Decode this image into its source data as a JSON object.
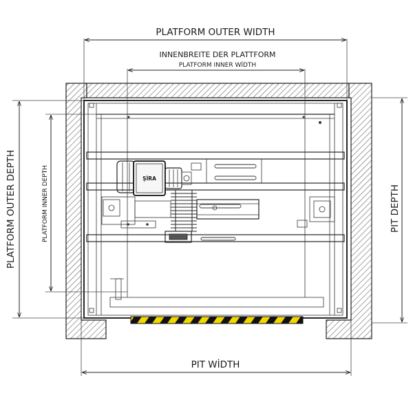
{
  "labels": {
    "platform_outer_width": "PLATFORM OUTER WIDTH",
    "inner_width_de": "INNENBREITE DER PLATTFORM",
    "platform_inner_width": "PLATFORM INNER WİDTH",
    "platform_outer_depth": "PLATFORM OUTER DEPTH",
    "platform_inner_depth": "PLATFORM INNER DEPTH",
    "pit_depth": "PIT DEPTH",
    "pit_width": "PIT WİDTH",
    "motor_brand": "ŞİRA"
  },
  "colors": {
    "stripe_yellow": "#f2d600",
    "stripe_black": "#111111",
    "wall_hatch": "#555555"
  }
}
